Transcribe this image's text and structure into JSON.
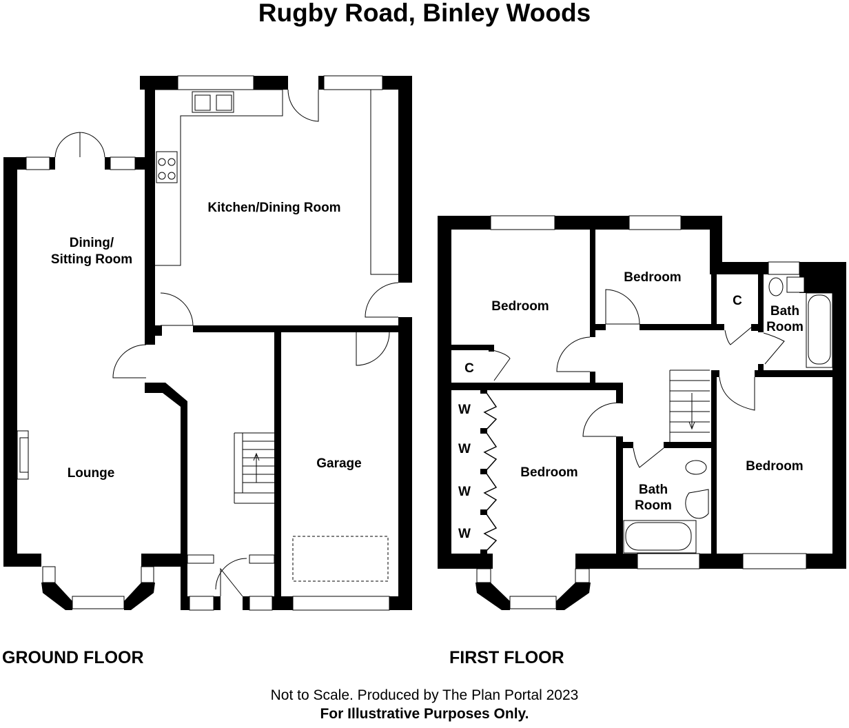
{
  "title": "Rugby Road, Binley Woods",
  "ground_floor": {
    "label": "GROUND FLOOR",
    "rooms": {
      "dining_line1": "Dining/",
      "dining_line2": "Sitting Room",
      "kitchen": "Kitchen/Dining Room",
      "lounge": "Lounge",
      "garage": "Garage"
    }
  },
  "first_floor": {
    "label": "FIRST FLOOR",
    "rooms": {
      "bedroom_1": "Bedroom",
      "bedroom_2": "Bedroom",
      "bedroom_3": "Bedroom",
      "bedroom_4": "Bedroom",
      "cupboard_1": "C",
      "cupboard_2": "C",
      "bath_1_line1": "Bath",
      "bath_1_line2": "Room",
      "bath_2_line1": "Bath",
      "bath_2_line2": "Room",
      "wardrobes": [
        "W",
        "W",
        "W",
        "W"
      ]
    }
  },
  "footer": {
    "line1": "Not to Scale. Produced by The Plan Portal 2023",
    "line2": "For Illustrative Purposes Only."
  }
}
